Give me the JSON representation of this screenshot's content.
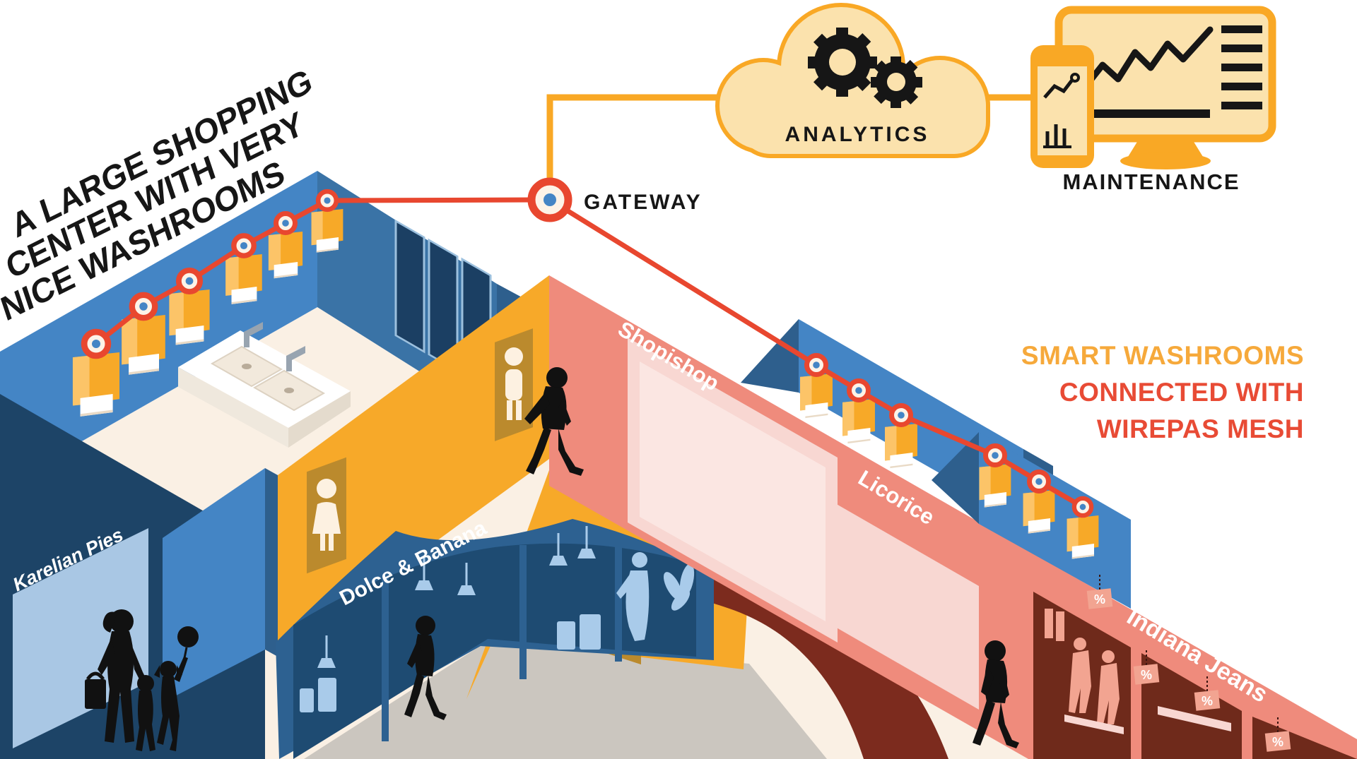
{
  "title": {
    "line1": "A LARGE SHOPPING",
    "line2": "CENTER WITH VERY",
    "line3": "NICE WASHROOMS"
  },
  "diagram": {
    "analytics_label": "ANALYTICS",
    "maintenance_label": "MAINTENANCE",
    "gateway_label": "GATEWAY"
  },
  "message": {
    "line1": "SMART WASHROOMS",
    "line2": "CONNECTED WITH",
    "line3": "WIREPAS MESH"
  },
  "stores": {
    "karelian": "Karelian Pies",
    "dolce": "Dolce & Banana",
    "shopishop": "Shopishop",
    "licorice": "Licorice",
    "indiana": "Indiana Jeans"
  },
  "sale_tag": "%",
  "colors": {
    "accent_orange": "#f9a825",
    "accent_red": "#e8472f",
    "tagline_orange": "#f6a93b",
    "tagline_red": "#e84b35",
    "wall_blue_bright": "#4485c5",
    "wall_blue_mid": "#3a73a6",
    "wall_blue_dark": "#2e5f8d",
    "navy": "#1d4467",
    "cream": "#faf0e4",
    "floor_gray": "#cbc6bf",
    "yellow_wall": "#f7a929",
    "door_panel": "#bb8a2d",
    "salmon": "#ef8b7c",
    "pale_pink": "#f8d7d2",
    "maroon": "#7c2b1e",
    "indiana_window": "#6f2a1b",
    "mannequin_salmon": "#f2a491",
    "cloud_fill": "#fbe2ad",
    "node_center_blue": "#4485c5"
  },
  "icons": {
    "cloud": "analytics-cloud-icon",
    "gears": "gear-icon",
    "monitor": "monitor-chart-icon",
    "phone": "phone-chart-icon",
    "gateway_node": "gateway-node-icon",
    "sensor_node": "mesh-node-icon",
    "dispenser": "dispenser-icon",
    "restroom_woman": "restroom-woman-icon",
    "restroom_man": "restroom-man-icon",
    "percent_tag": "sale-percent-icon",
    "people": "person-silhouette-icon"
  }
}
